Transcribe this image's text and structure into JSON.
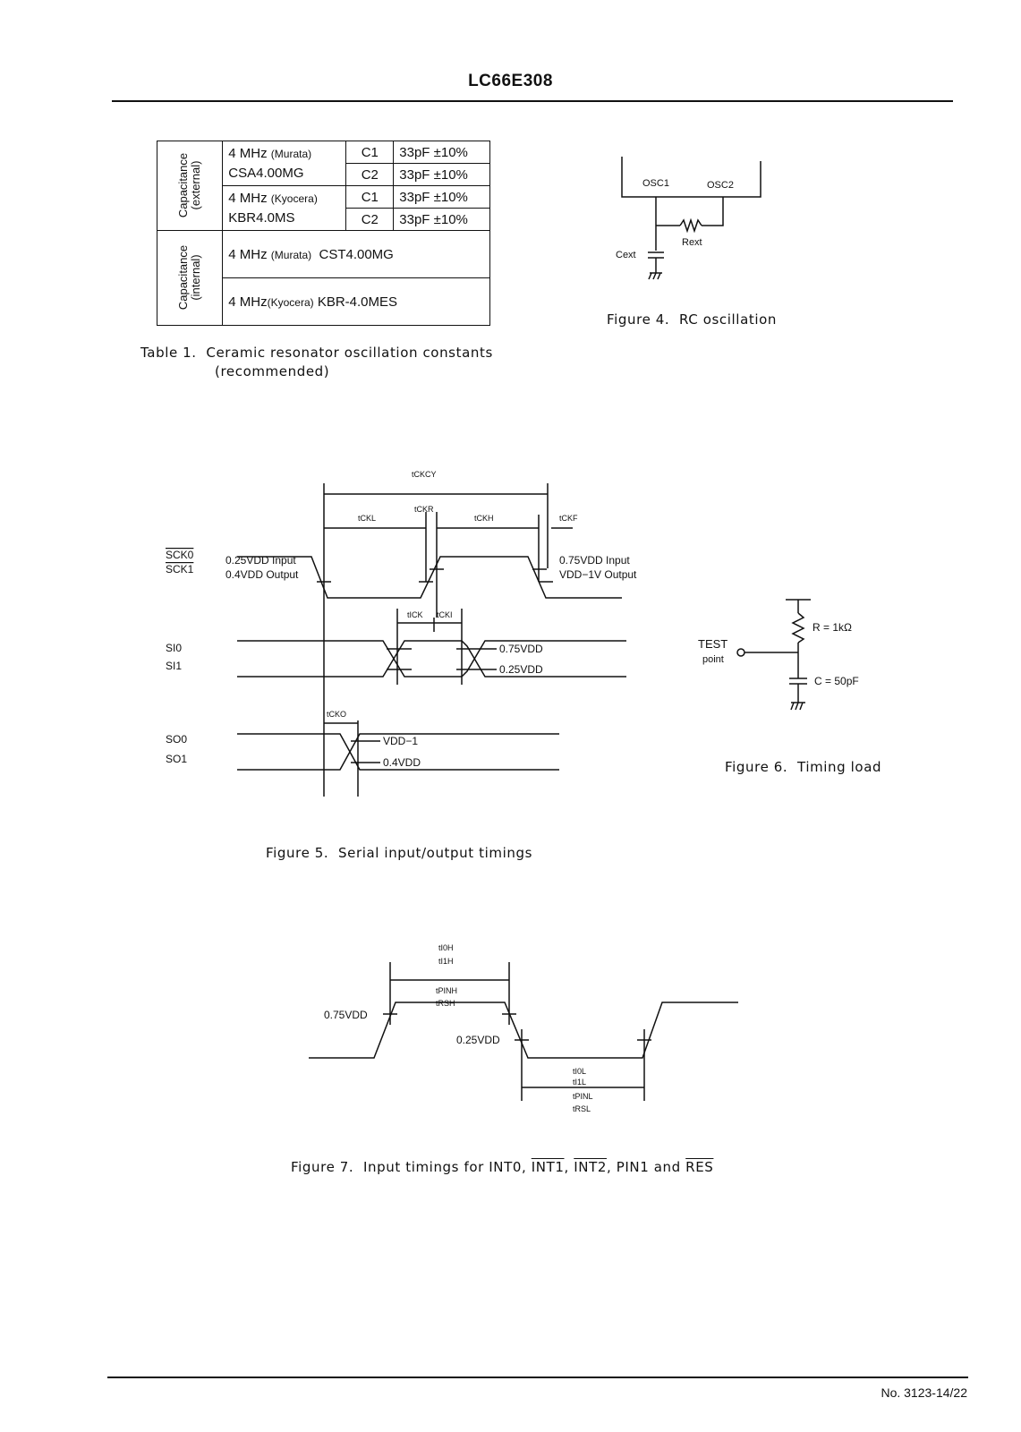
{
  "header": {
    "title": "LC66E308"
  },
  "table1": {
    "caption_line1": "Table 1.  Ceramic resonator oscillation constants",
    "caption_line2": "(recommended)",
    "groups": [
      {
        "label_line1": "Capacitance",
        "label_line2": "(external)",
        "resonators": [
          {
            "freq": "4 MHz",
            "maker": "(Murata)",
            "part": "CSA4.00MG",
            "caps": [
              {
                "name": "C1",
                "value": "33pF ±10%"
              },
              {
                "name": "C2",
                "value": "33pF ±10%"
              }
            ]
          },
          {
            "freq": "4 MHz",
            "maker": "(Kyocera)",
            "part": "KBR4.0MS",
            "caps": [
              {
                "name": "C1",
                "value": "33pF ±10%"
              },
              {
                "name": "C2",
                "value": "33pF ±10%"
              }
            ]
          }
        ]
      },
      {
        "label_line1": "Capacitance",
        "label_line2": "(internal)",
        "resonators": [
          {
            "freq": "4 MHz",
            "maker": "(Murata)",
            "part": "CST4.00MG"
          },
          {
            "freq": "4 MHz",
            "maker": "(Kyocera)",
            "part": "KBR-4.0MES"
          }
        ]
      }
    ]
  },
  "figure4": {
    "caption": "Figure 4.  RC oscillation",
    "labels": {
      "osc1": "OSC1",
      "osc2": "OSC2",
      "cext": "Cext",
      "rext": "Rext"
    }
  },
  "figure5": {
    "caption": "Figure 5.  Serial input/output timings",
    "signals": {
      "sck0": "SCK0",
      "sck1": "SCK1",
      "si0": "SI0",
      "si1": "SI1",
      "so0": "SO0",
      "so1": "SO1"
    },
    "levels": {
      "sck_in_low": "0.25VDD Input",
      "sck_out_low": "0.4VDD Output",
      "sck_in_high": "0.75VDD Input",
      "sck_out_high": "VDD−1V Output",
      "si_high": "0.75VDD",
      "si_low": "0.25VDD",
      "so_high": "VDD−1",
      "so_low": "0.4VDD"
    },
    "timings": {
      "tckcy": "tCKCY",
      "tckl": "tCKL",
      "tckr": "tCKR",
      "tckh": "tCKH",
      "tckf": "tCKF",
      "tick": "tICK",
      "tcki": "tCKI",
      "tcko": "tCKO"
    }
  },
  "figure6": {
    "caption": "Figure 6.  Timing load",
    "labels": {
      "test": "TEST",
      "point": "point",
      "r": "R = 1kΩ",
      "c": "C = 50pF"
    }
  },
  "figure7": {
    "caption_prefix": "Figure 7.  Input timings for INT0, ",
    "int1": "INT1",
    "int2": "INT2",
    "caption_mid": ", PIN1 and ",
    "res": "RES",
    "comma": ", ",
    "levels": {
      "high": "0.75VDD",
      "low": "0.25VDD"
    },
    "high_timings": [
      "tI0H",
      "tI1H",
      "tPINH",
      "tRSH"
    ],
    "low_timings": [
      "tI0L",
      "tI1L",
      "tPINL",
      "tRSL"
    ]
  },
  "footer": {
    "page_no": "No. 3123-14/22"
  }
}
